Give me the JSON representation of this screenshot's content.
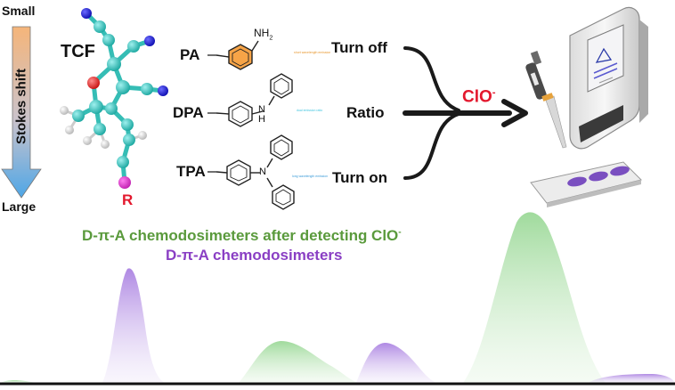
{
  "stokes": {
    "top": "Small",
    "bottom": "Large",
    "axis": "Stokes shift"
  },
  "molecule": {
    "core": "TCF",
    "substituent": "R"
  },
  "donors": [
    {
      "name": "PA",
      "mode": "Turn off",
      "amine": "NH",
      "amine_sub": "2",
      "tiny": "short wavelength emission",
      "color": "#e8972f"
    },
    {
      "name": "DPA",
      "mode": "Ratio",
      "amine": "N",
      "amine_sub": "H",
      "tiny": "dual emission ratio",
      "color": "#3fc4df"
    },
    {
      "name": "TPA",
      "mode": "Turn on",
      "amine": "N",
      "amine_sub": "",
      "tiny": "long wavelength emission",
      "color": "#3a9ad8"
    }
  ],
  "analyte": {
    "symbol": "ClO",
    "charge": "-",
    "color": "#e3182d"
  },
  "legend": [
    {
      "text": "D-π-A chemodosimeters after detecting ClO",
      "sup": "-",
      "color": "#5a9a3c"
    },
    {
      "text": "D-π-A chemodosimeters",
      "sup": "",
      "color": "#8a3fc4"
    }
  ],
  "colors": {
    "green": "#8fd48b",
    "purple": "#a67be0",
    "arrow_top": "#f3b37a",
    "arrow_bottom": "#5aaee6"
  },
  "icons": [
    "thiophene-ring",
    "benzene-ring",
    "pipette-icon",
    "handheld-reader-icon",
    "test-strip-icon"
  ]
}
